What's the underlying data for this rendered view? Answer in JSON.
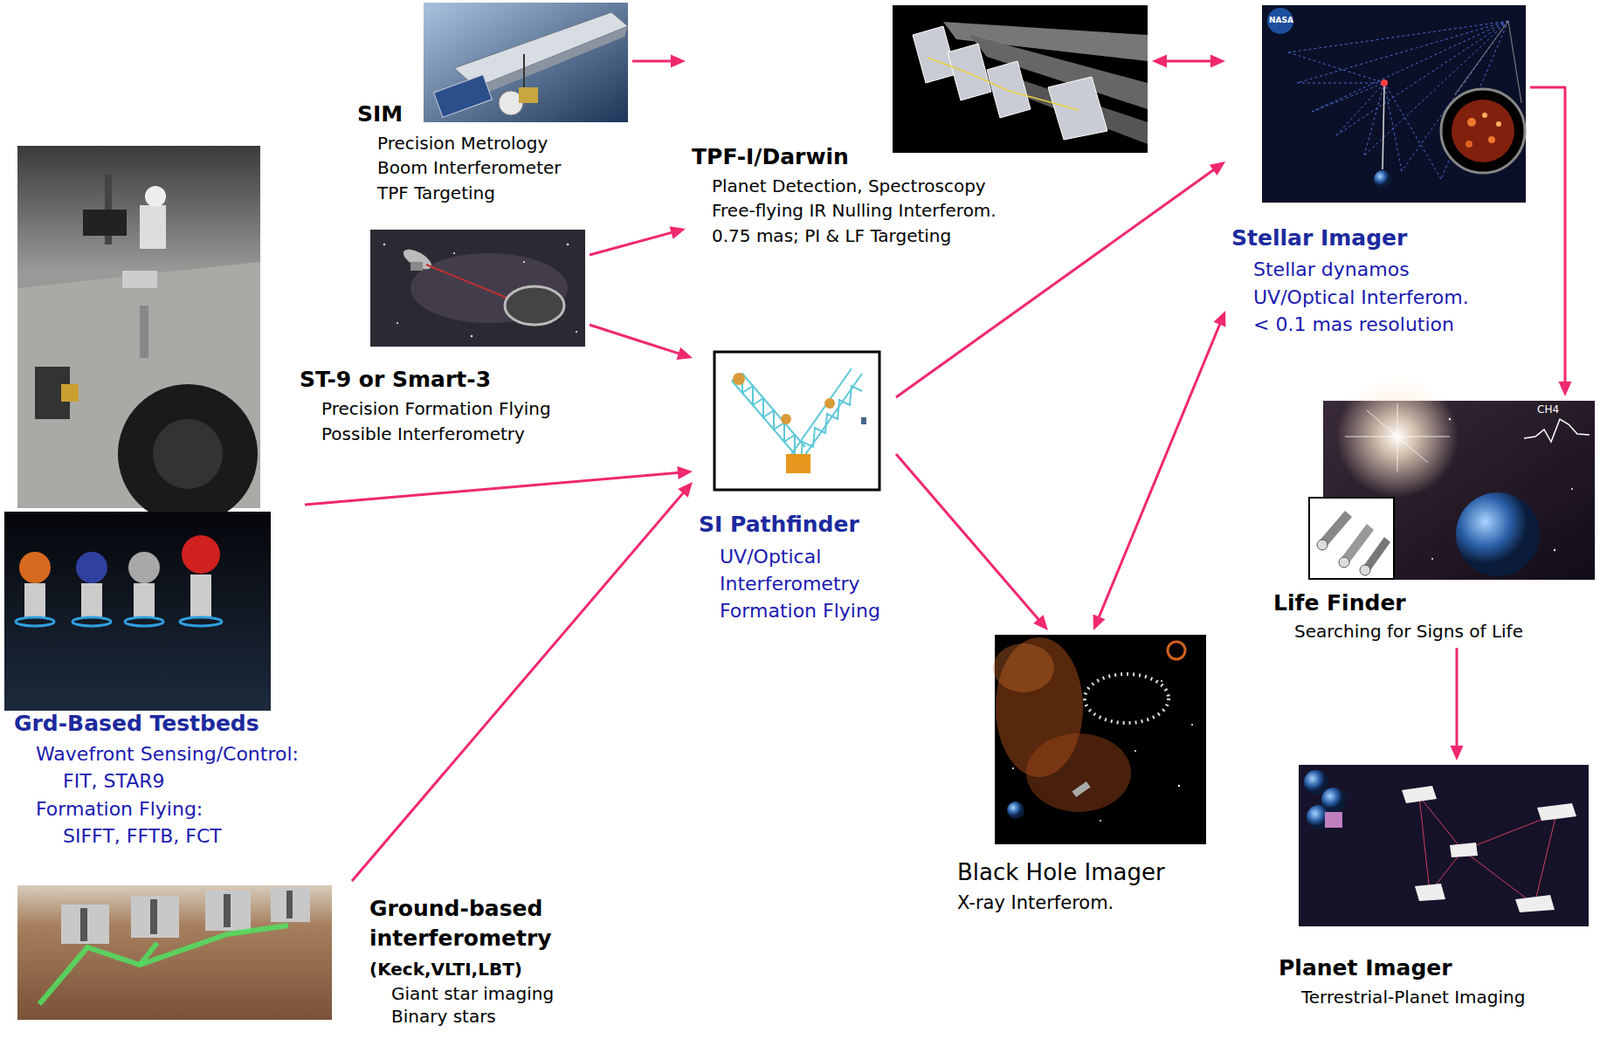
{
  "diagram": {
    "nodes": [
      {
        "text": [
          "SIM",
          "Precision Metrology",
          "Boom Interferometer",
          "TPF Targeting"
        ]
      },
      {
        "text": [
          "TPF-I/Darwin",
          "Planet Detection, Spectroscopy",
          "Free-flying IR Nulling Interferom.",
          "0.75 mas; PI & LF Targeting"
        ]
      },
      {
        "text": [
          "Stellar Imager",
          "Stellar dynamos",
          "UV/Optical Interferom.",
          "< 0.1 mas resolution"
        ]
      },
      {
        "text": [
          "ST-9 or Smart-3",
          "Precision Formation Flying",
          "Possible Interferometry"
        ]
      },
      {
        "text": [
          "Grd-Based Testbeds",
          "Wavefront Sensing/Control:",
          "FIT, STAR9",
          "Formation Flying:",
          "SIFFT, FFTB, FCT"
        ]
      },
      {
        "text": [
          "SI Pathfinder",
          "UV/Optical Interferometry",
          "Formation Flying"
        ]
      },
      {
        "text": [
          "Life Finder",
          "Searching for Signs of Life"
        ]
      },
      {
        "text": [
          "Black Hole Imager",
          "X-ray Interferom."
        ]
      },
      {
        "text": [
          "Ground-based interferometry",
          "(Keck,VLTI,LBT)",
          "Giant star imaging",
          "Binary stars"
        ]
      },
      {
        "text": [
          "Planet Imager",
          "Terrestrial-Planet Imaging"
        ]
      }
    ],
    "edges": [
      {
        "from": 0,
        "to": 1,
        "arrow": "to"
      },
      {
        "from": 1,
        "to": 2,
        "arrow": "both"
      },
      {
        "from": 3,
        "to": 1,
        "arrow": "to"
      },
      {
        "from": 3,
        "to": 5,
        "arrow": "to"
      },
      {
        "from": 4,
        "to": 5,
        "arrow": "to"
      },
      {
        "from": 8,
        "to": 5,
        "arrow": "to"
      },
      {
        "from": 5,
        "to": 2,
        "arrow": "to"
      },
      {
        "from": 5,
        "to": 7,
        "arrow": "to"
      },
      {
        "from": 7,
        "to": 2,
        "arrow": "both"
      },
      {
        "from": 2,
        "to": 6,
        "arrow": "to"
      },
      {
        "from": 6,
        "to": 9,
        "arrow": "to"
      }
    ],
    "labels": [
      "NASA",
      "CH4"
    ]
  }
}
